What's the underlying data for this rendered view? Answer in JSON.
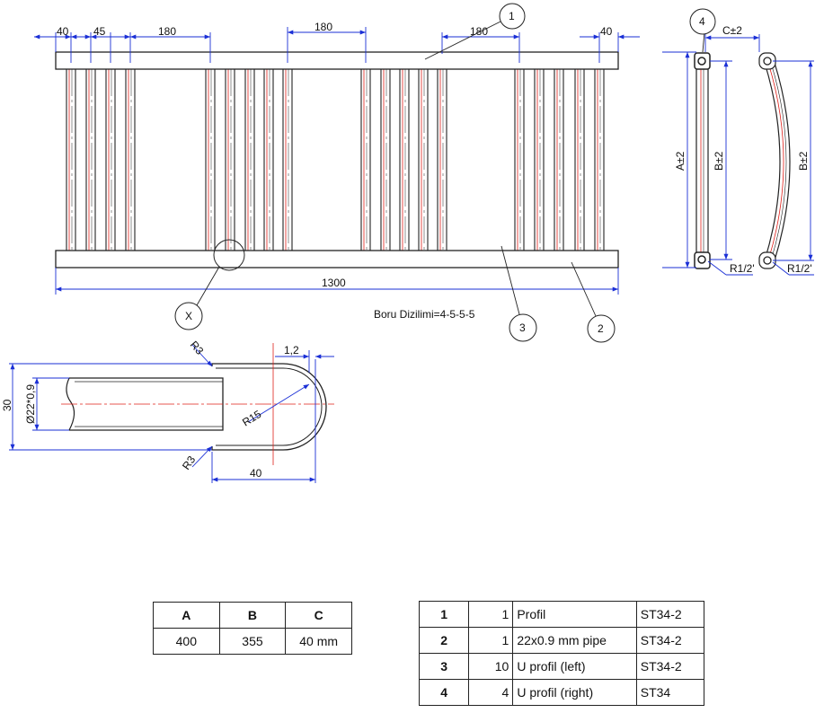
{
  "drawing": {
    "dims": {
      "d40_left": "40",
      "d45": "45",
      "d180_a": "180",
      "d180_b": "180",
      "d180_c": "180",
      "d40_right": "40",
      "d1300": "1300",
      "a_tol": "A±2",
      "b_tol_side": "B±2",
      "b_tol_curved": "B±2",
      "c_tol": "C±2",
      "r12_side": "R1/2'",
      "r12_curved": "R1/2'",
      "d1_2": "1,2",
      "r3_top": "R3",
      "r3_bottom": "R3",
      "r15": "R15",
      "d30": "30",
      "pipe_dia": "Ø22*0,9",
      "d40_detail": "40"
    },
    "balloons": {
      "b1": "1",
      "b2": "2",
      "b3": "3",
      "b4": "4",
      "bx": "X"
    },
    "note": "Boru Dizilimi=4-5-5-5",
    "colors": {
      "outline": "#222222",
      "centerline": "#e0201a",
      "dimension": "#1a2fd6"
    }
  },
  "dimensions_table": {
    "headers": [
      "A",
      "B",
      "C"
    ],
    "values": [
      "400",
      "355",
      "40 mm"
    ]
  },
  "parts_table": {
    "rows": [
      {
        "no": "1",
        "qty": "1",
        "desc": "Profil",
        "mat": "ST34-2"
      },
      {
        "no": "2",
        "qty": "1",
        "desc": "22x0.9 mm pipe",
        "mat": "ST34-2"
      },
      {
        "no": "3",
        "qty": "10",
        "desc": "U profil (left)",
        "mat": "ST34-2"
      },
      {
        "no": "4",
        "qty": "4",
        "desc": "U profil (right)",
        "mat": "ST34"
      }
    ]
  }
}
